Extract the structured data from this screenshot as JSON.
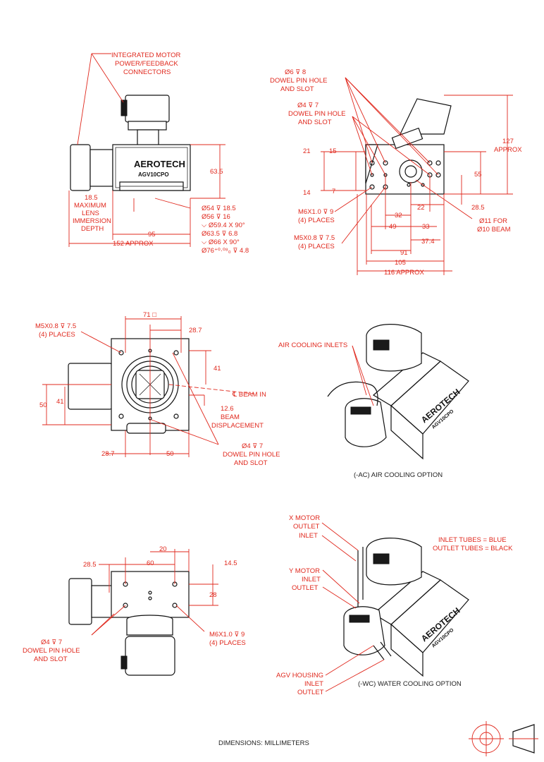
{
  "brand": "AEROTECH",
  "model": "AGV10CPO",
  "view1": {
    "callout_connectors": [
      "INTEGRATED MOTOR",
      "POWER/FEEDBACK",
      "CONNECTORS"
    ],
    "dim_height": "63.5",
    "dim_lens": [
      "18.5",
      "MAXIMUM",
      "LENS",
      "IMMERSION",
      "DEPTH"
    ],
    "dim_95": "95",
    "dim_152": "152 APPROX",
    "bore_specs": [
      "Ø54 ⊽ 18.5",
      "Ø56 ⊽ 16",
      "⌵ Ø59.4 X 90°",
      "Ø63.5 ⊽ 6.8",
      "⌵ Ø66 X 90°",
      "Ø76⁺⁰·⁰⁸₀ ⊽ 4.8"
    ]
  },
  "view2": {
    "dowel_6": [
      "Ø6 ⊽ 8",
      "DOWEL PIN HOLE",
      "AND SLOT"
    ],
    "dowel_4": [
      "Ø4 ⊽ 7",
      "DOWEL PIN HOLE",
      "AND SLOT"
    ],
    "dim_21": "21",
    "dim_15": "15",
    "dim_14": "14",
    "dim_7": "7",
    "m6": [
      "M6X1.0 ⊽ 9",
      "(4) PLACES"
    ],
    "m5": [
      "M5X0.8 ⊽ 7.5",
      "(4) PLACES"
    ],
    "dim_127": [
      "127",
      "APPROX"
    ],
    "dim_55": "55",
    "dim_28_5": "28.5",
    "dim_22": "22",
    "dim_32": "32",
    "dim_49": "49",
    "dim_33": "33",
    "dim_37_4": "37.4",
    "dim_91": "91",
    "dim_105": "105",
    "dim_116": "116 APPROX",
    "beam_hole": [
      "Ø11 FOR",
      "Ø10 BEAM"
    ]
  },
  "view3": {
    "m5": [
      "M5X0.8 ⊽ 7.5",
      "(4) PLACES"
    ],
    "dim_71": "71 □",
    "dim_28_7_top": "28.7",
    "dim_41_right": "41",
    "beam_in": "℄ BEAM IN",
    "dim_50_left": "50",
    "dim_41_left": "41",
    "displacement": [
      "12.6",
      "BEAM",
      "DISPLACEMENT"
    ],
    "dim_28_7_bottom": "28.7",
    "dim_50_bottom": "50",
    "dowel": [
      "Ø4 ⊽ 7",
      "DOWEL PIN HOLE",
      "AND SLOT"
    ]
  },
  "view4": {
    "air_inlets": "AIR COOLING INLETS",
    "caption": "(-AC) AIR COOLING OPTION"
  },
  "view5": {
    "dim_20": "20",
    "dim_28_5": "28.5",
    "dim_60": "60",
    "dim_14_5": "14.5",
    "dim_28": "28",
    "dowel": [
      "Ø4 ⊽ 7",
      "DOWEL PIN HOLE",
      "AND SLOT"
    ],
    "m6": [
      "M6X1.0 ⊽ 9",
      "(4) PLACES"
    ]
  },
  "view6": {
    "x_motor": [
      "X MOTOR",
      "OUTLET",
      "INLET"
    ],
    "tubes": [
      "INLET TUBES = BLUE",
      "OUTLET TUBES = BLACK"
    ],
    "y_motor": [
      "Y MOTOR",
      "INLET",
      "OUTLET"
    ],
    "agv": [
      "AGV HOUSING",
      "INLET",
      "OUTLET"
    ],
    "caption": "(-WC) WATER COOLING OPTION"
  },
  "footer": "DIMENSIONS:  MILLIMETERS"
}
